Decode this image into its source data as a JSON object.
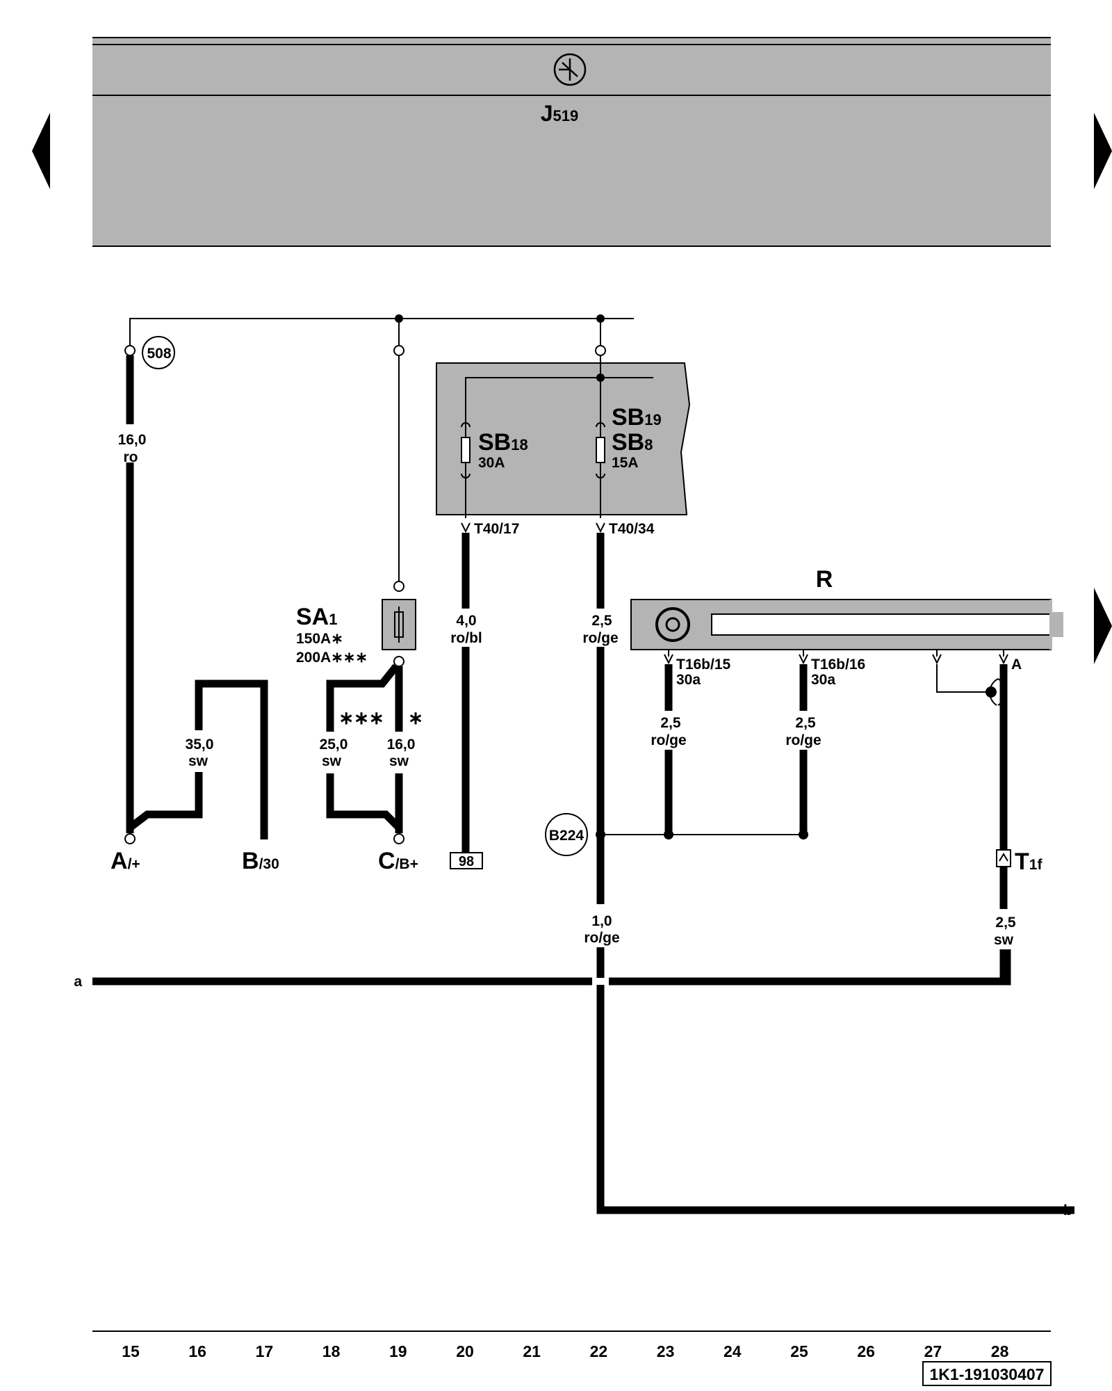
{
  "colors": {
    "panel": "#b4b4b4",
    "line": "#000000",
    "background": "#ffffff"
  },
  "controller": {
    "name": "J",
    "sub": "519",
    "symbol": "ground-symbol-icon"
  },
  "navigation": {
    "prev": "prev-arrow-icon",
    "next": "next-arrow-icon"
  },
  "fuse_box": {
    "fuses": [
      {
        "name": "SB",
        "sub": "18",
        "rating": "30A",
        "terminal": "T40/17"
      },
      {
        "names": [
          {
            "name": "SB",
            "sub": "19"
          },
          {
            "name": "SB",
            "sub": "8"
          }
        ],
        "rating": "15A",
        "terminal": "T40/34"
      }
    ]
  },
  "radio": {
    "name": "R",
    "terminals": [
      {
        "label": "T16b/15",
        "sub": "30a"
      },
      {
        "label": "T16b/16",
        "sub": "30a"
      },
      {
        "label": "A"
      }
    ]
  },
  "main_fuse": {
    "name": "SA",
    "sub": "1",
    "ratings": [
      "150A∗",
      "200A∗∗∗"
    ]
  },
  "ground_point": "508",
  "connection_point": "B224",
  "ref_box": "98",
  "connector": {
    "name": "T",
    "sub": "1f"
  },
  "battery_terminals": [
    {
      "name": "A",
      "sub": "/+"
    },
    {
      "name": "B",
      "sub": "/30"
    },
    {
      "name": "C",
      "sub": "/B+"
    }
  ],
  "wires": [
    {
      "size": "16,0",
      "color": "ro"
    },
    {
      "size": "35,0",
      "color": "sw"
    },
    {
      "size": "25,0",
      "color": "sw",
      "mark": "∗∗∗"
    },
    {
      "size": "16,0",
      "color": "sw",
      "mark": "∗"
    },
    {
      "size": "4,0",
      "color": "ro/bl"
    },
    {
      "size": "2,5",
      "color": "ro/ge"
    },
    {
      "size": "2,5",
      "color": "ro/ge"
    },
    {
      "size": "2,5",
      "color": "ro/ge"
    },
    {
      "size": "1,0",
      "color": "ro/ge"
    },
    {
      "size": "2,5",
      "color": "sw"
    }
  ],
  "continuations": {
    "left": "a",
    "right": "b"
  },
  "grid_numbers": [
    "15",
    "16",
    "17",
    "18",
    "19",
    "20",
    "21",
    "22",
    "23",
    "24",
    "25",
    "26",
    "27",
    "28"
  ],
  "drawing_id": "1K1-191030407"
}
